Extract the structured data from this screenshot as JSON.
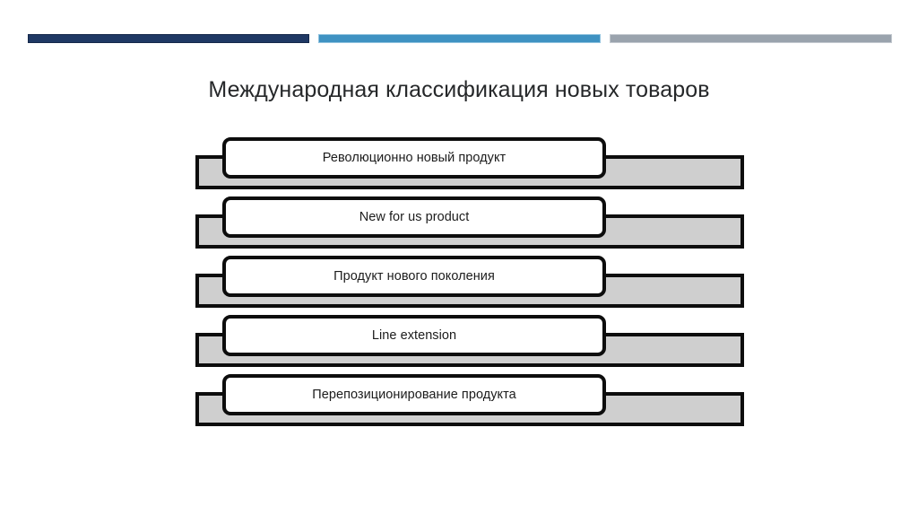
{
  "slide": {
    "title": "Международная классификация новых товаров",
    "background_color": "#ffffff"
  },
  "accent_bars": [
    {
      "name": "navy",
      "color": "#1f3864"
    },
    {
      "name": "blue",
      "color": "#3f92c2"
    },
    {
      "name": "gray",
      "color": "#9aa3ad"
    }
  ],
  "diagram": {
    "type": "stacked-list",
    "bar_fill_color": "#cfcfcf",
    "box_fill_color": "#ffffff",
    "outline_color": "#0d0d0d",
    "rows": [
      {
        "label": "Революционно новый продукт"
      },
      {
        "label": "New for us product"
      },
      {
        "label": "Продукт нового поколения"
      },
      {
        "label": "Line extension"
      },
      {
        "label": "Перепозиционирование продукта"
      }
    ]
  }
}
